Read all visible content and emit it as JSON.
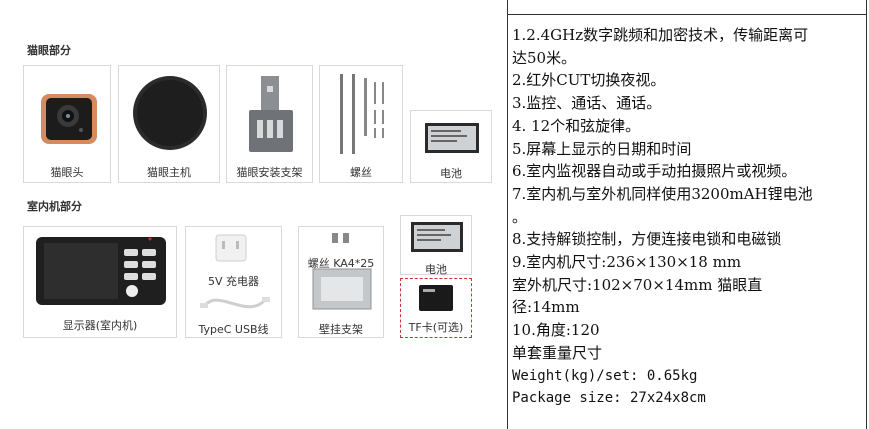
{
  "left": {
    "section1_title": "猫眼部分",
    "section2_title": "室内机部分",
    "items_row1": [
      {
        "label": "猫眼头"
      },
      {
        "label": "猫眼主机"
      },
      {
        "label": "猫眼安装支架"
      },
      {
        "label": "螺丝"
      },
      {
        "label": "电池"
      }
    ],
    "items_row2": {
      "display": "显示器(室内机)",
      "charger": "5V 充电器",
      "usb": "TypeC USB线",
      "screw": "螺丝 KA4*25",
      "bracket": "壁挂支架",
      "battery": "电池",
      "tf": "TF卡(可选)"
    }
  },
  "specs": [
    "1.2.4GHz数字跳频和加密技术，传输距离可",
    "达50米。",
    "2.红外CUT切换夜视。",
    "3.监控、通话、通话。",
    "4. 12个和弦旋律。",
    "5.屏幕上显示的日期和时间",
    "6.室内监视器自动或手动拍摄照片或视频。",
    "7.室内机与室外机同样使用3200mAH锂电池",
    "。",
    "8.支持解锁控制，方便连接电锁和电磁锁",
    "9.室内机尺寸:236×130×18 mm",
    "室外机尺寸:102×70×14mm   猫眼直",
    "径:14mm",
    "10.角度:120",
    "单套重量尺寸",
    "Weight(kg)/set: 0.65kg",
    "Package size: 27x24x8cm"
  ]
}
